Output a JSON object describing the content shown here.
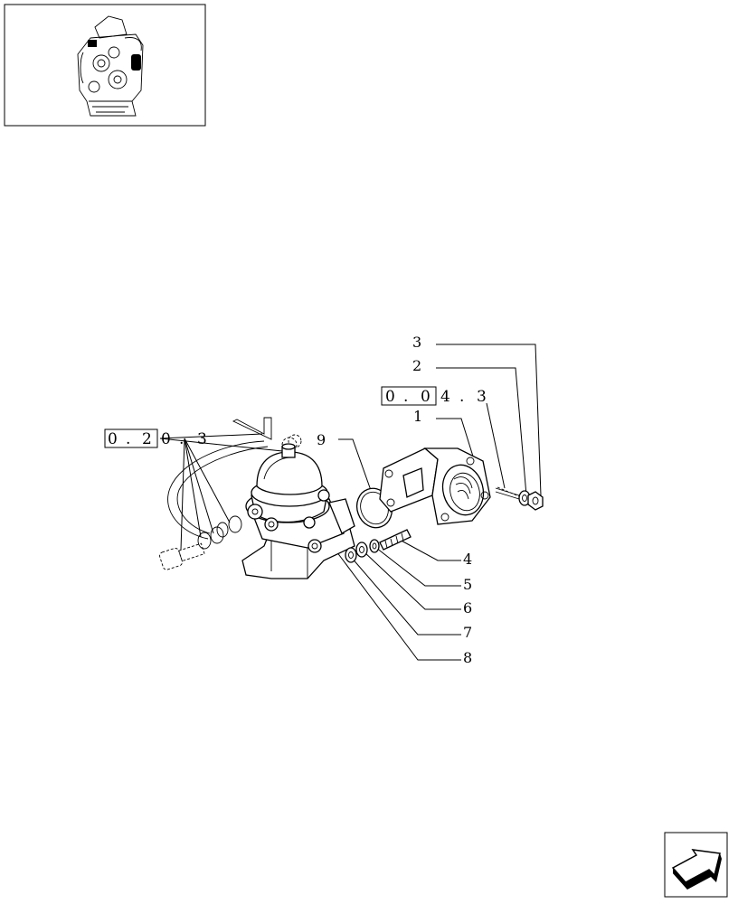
{
  "diagram": {
    "references": [
      {
        "id": "ref-0-20-3",
        "text": [
          "0",
          ".",
          "2",
          "0",
          ".",
          "3"
        ],
        "boxed": 3
      },
      {
        "id": "ref-0-04-3",
        "text": [
          "0",
          ".",
          "0",
          "4",
          ".",
          "3"
        ],
        "boxed": 3
      }
    ],
    "callouts": [
      "1",
      "2",
      "3",
      "4",
      "5",
      "6",
      "7",
      "8",
      "9"
    ]
  },
  "navigation": {
    "next_icon": "arrow-next-icon"
  }
}
